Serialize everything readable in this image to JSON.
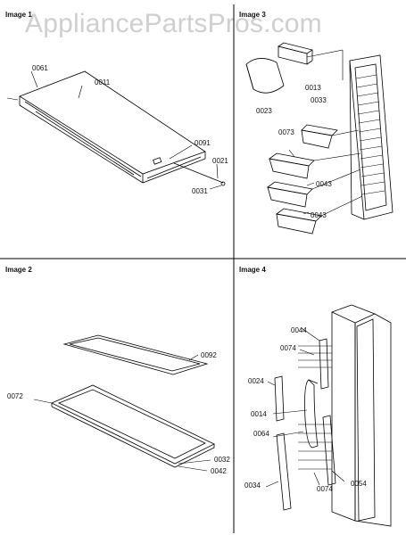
{
  "watermark": "AppliancePartsPros.com",
  "panels": [
    {
      "title": "Image 1"
    },
    {
      "title": "Image 2"
    },
    {
      "title": "Image 3"
    },
    {
      "title": "Image 4"
    }
  ],
  "parts": {
    "p0061": "0061",
    "p0011": "0011",
    "p0091": "0091",
    "p0021": "0021",
    "p0031": "0031",
    "p0092": "0092",
    "p0072": "0072",
    "p0032": "0032",
    "p0042": "0042",
    "p0013": "0013",
    "p0023": "0023",
    "p0033": "0033",
    "p0073": "0073",
    "p0043a": "0043",
    "p0043b": "0043",
    "p0044": "0044",
    "p0074a": "0074",
    "p0024": "0024",
    "p0014": "0014",
    "p0064": "0064",
    "p0034": "0034",
    "p0074b": "0074",
    "p0054": "0054"
  }
}
